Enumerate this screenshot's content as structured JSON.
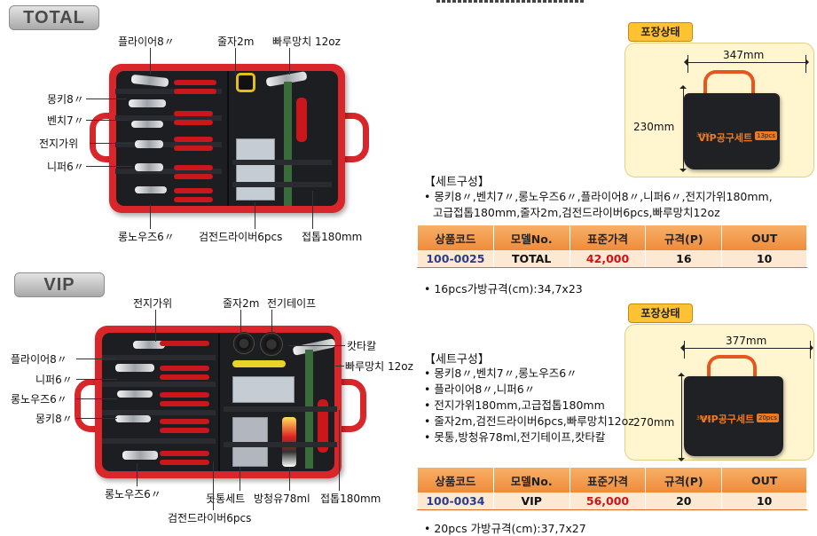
{
  "sets": [
    {
      "tab": "TOTAL",
      "callouts": {
        "pliers": "플라이어8〃",
        "tape": "줄자2m",
        "hammer": "빠루망치 12oz",
        "monkey": "몽키8〃",
        "bench": "벤치7〃",
        "scissors": "전지가위",
        "nipper": "니퍼6〃",
        "longnose": "롱노우즈6〃",
        "driver": "검전드라이버6pcs",
        "cutter": "접톱180mm"
      },
      "packaging": {
        "title": "포장상태",
        "width": "347mm",
        "height": "230mm",
        "logo": "VIP공구세트",
        "mini_logo": "3M3C",
        "badge": "13pcs"
      },
      "composition_title": "【세트구성】",
      "composition": [
        "몽키8〃,벤치7〃,롱노우즈6〃,플라이어8〃,니퍼6〃,전지가위180mm,",
        "고급접톱180mm,줄자2m,검전드라이버6pcs,빠루망치12oz"
      ],
      "table_headers": [
        "상품코드",
        "모델No.",
        "표준가격",
        "규격(P)",
        "OUT"
      ],
      "row": [
        "100-0025",
        "TOTAL",
        "42,000",
        "16",
        "10"
      ],
      "bag_size": "16pcs가방규격(cm):34,7x23"
    },
    {
      "tab": "VIP",
      "callouts": {
        "scissors": "전지가위",
        "tape": "줄자2m",
        "etape": "전기테이프",
        "cutter_knife": "캇타칼",
        "hammer": "빠루망치 12oz",
        "pliers": "플라이어8〃",
        "nipper": "니퍼6〃",
        "longnose_left": "롱노우즈6〃",
        "monkey": "몽키8〃",
        "longnose_bottom": "롱노우즈6〃",
        "nails": "못통세트",
        "oil": "방청유78ml",
        "saw": "접톱180mm",
        "driver": "검전드라이버6pcs"
      },
      "packaging": {
        "title": "포장상태",
        "width": "377mm",
        "height": "270mm",
        "logo": "VIP공구세트",
        "mini_logo": "3M3C",
        "badge": "20pcs"
      },
      "composition_title": "【세트구성】",
      "composition": [
        "몽키8〃,벤치7〃,롱노우즈6〃",
        "플라이어8〃,니퍼6〃",
        "전지가위180mm,고급접톱180mm",
        "줄자2m,검전드라이버6pcs,빠루망치12oz",
        "못통,방청유78ml,전기테이프,캇타칼"
      ],
      "table_headers": [
        "상품코드",
        "모델No.",
        "표준가격",
        "규격(P)",
        "OUT"
      ],
      "row": [
        "100-0034",
        "VIP",
        "56,000",
        "20",
        "10"
      ],
      "bag_size": "20pcs 가방규격(cm):37,7x27"
    }
  ]
}
